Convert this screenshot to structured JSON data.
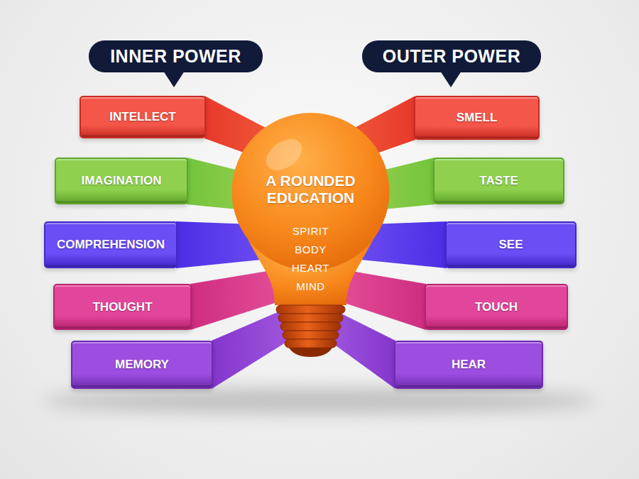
{
  "diagram": {
    "nodes": [
      {
        "text": [
          "INNER POWER"
        ]
      },
      {
        "text": [
          "OUTER POWER"
        ]
      },
      {
        "text": [
          "INTELLECT"
        ]
      },
      {
        "text": [
          "IMAGINATION"
        ]
      },
      {
        "text": [
          "COMPREHENSION"
        ]
      },
      {
        "text": [
          "THOUGHT"
        ]
      },
      {
        "text": [
          "MEMORY"
        ]
      },
      {
        "text": [
          "A ROUNDED EDUCATION",
          "SPIRIT",
          "BODY",
          "HEART",
          "MIND"
        ]
      },
      {
        "text": [
          "SMELL"
        ]
      },
      {
        "text": [
          "TASTE"
        ]
      },
      {
        "text": [
          "SEE"
        ]
      },
      {
        "text": [
          "TOUCH"
        ]
      },
      {
        "text": [
          "HEAR"
        ]
      }
    ]
  }
}
